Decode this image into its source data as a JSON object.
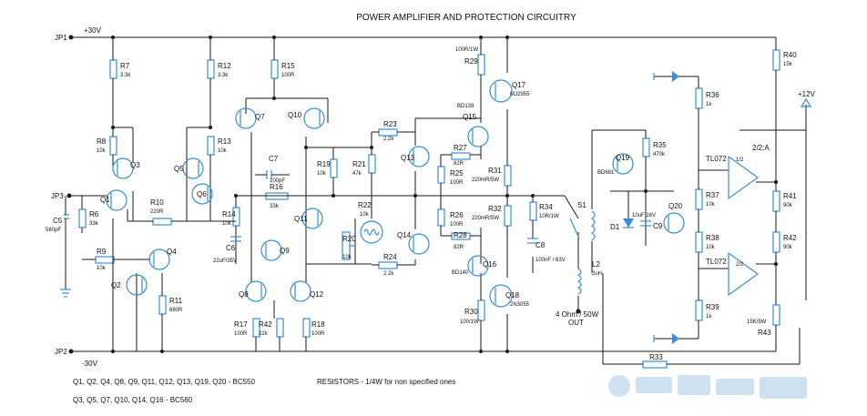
{
  "title": "POWER AMPLIFIER AND PROTECTION CIRCUITRY",
  "rails": {
    "pos": "+30V",
    "neg": "-30V",
    "aux": "+12V"
  },
  "connectors": {
    "jp1": "JP1",
    "jp2": "JP2",
    "jp3": "JP3"
  },
  "output_label": {
    "line1": "4 Ohm / 50W",
    "line2": "OUT"
  },
  "notes": {
    "npn": "Q1, Q2, Q4, Q8, Q9, Q11, Q12, Q13, Q19, Q20 - BC550",
    "pnp": "Q3, Q5, Q7, Q10, Q14, Q16 - BC560",
    "resistors": "RESISTORS - 1/4W for non specified ones"
  },
  "resistors": {
    "R7": "3.3k",
    "R8": "10k",
    "R12": "3.3k",
    "R13": "10k",
    "R15": "100R",
    "R10": "220R",
    "R6": "33k",
    "R9": "10k",
    "R11": "680R",
    "R14": "10k",
    "R16": "33k",
    "R17": "100R",
    "R42": "22k",
    "R18": "100R",
    "R19": "10k",
    "R21": "47k",
    "R22": "10k",
    "R20": "10k",
    "R23": "2.2k",
    "R24": "2.2k",
    "R29": "100R/1W",
    "R27": "82R",
    "R25": "100R",
    "R31": "220mR/5W",
    "R32": "220mR/5W",
    "R26": "100R",
    "R28": "82R",
    "R30": "100/1W",
    "R34": "10R/1W",
    "R35": "470k",
    "R36": "1k",
    "R37": "10k",
    "R38": "10k",
    "R39": "1k",
    "R40": "15k",
    "R41": "90k",
    "R43": "15K/5W",
    "R33": ""
  },
  "capacitors": {
    "C5": "560pF",
    "C6": "22uF/35V",
    "C7": "100pF",
    "C8": "100nF / 63V",
    "C9": "10uF 16V"
  },
  "transistors": {
    "Q1": "",
    "Q2": "",
    "Q3": "",
    "Q4": "",
    "Q5": "",
    "Q6": "",
    "Q7": "",
    "Q8": "",
    "Q9": "",
    "Q10": "",
    "Q11": "",
    "Q12": "",
    "Q13": "",
    "Q14": "",
    "Q15": "BD139",
    "Q16": "BD140",
    "Q17": "MJ2955",
    "Q18": "2N3055",
    "Q19": "BD681",
    "Q20": ""
  },
  "others": {
    "L2": "2uH",
    "S1": "S1",
    "D1": "D1",
    "IC_A": "TL072",
    "IC_A_part": "1/2",
    "IC_A_pin": "2/2:A",
    "IC_B": "TL072",
    "IC_B_part": "2/2"
  }
}
